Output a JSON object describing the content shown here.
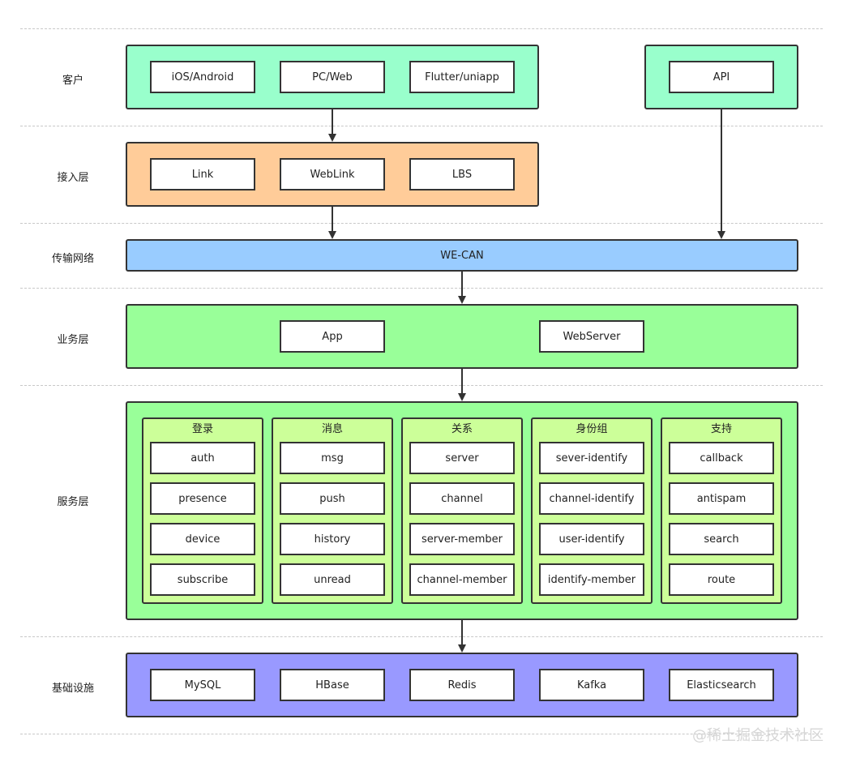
{
  "layers": [
    {
      "key": "client",
      "label": "客户"
    },
    {
      "key": "access",
      "label": "接入层"
    },
    {
      "key": "transport",
      "label": "传输网络"
    },
    {
      "key": "business",
      "label": "业务层"
    },
    {
      "key": "service",
      "label": "服务层"
    },
    {
      "key": "infra",
      "label": "基础设施"
    }
  ],
  "client": {
    "items": [
      "iOS/Android",
      "PC/Web",
      "Flutter/uniapp"
    ],
    "api": "API",
    "color": "#99ffcc"
  },
  "access": {
    "items": [
      "Link",
      "WebLink",
      "LBS"
    ],
    "color": "#ffcc99"
  },
  "transport": {
    "label": "WE-CAN",
    "color": "#99ccff"
  },
  "business": {
    "items": [
      "App",
      "WebServer"
    ],
    "color": "#99ff99"
  },
  "service": {
    "color": "#99ff99",
    "group_color": "#ccff99",
    "groups": [
      {
        "title": "登录",
        "items": [
          "auth",
          "presence",
          "device",
          "subscribe"
        ]
      },
      {
        "title": "消息",
        "items": [
          "msg",
          "push",
          "history",
          "unread"
        ]
      },
      {
        "title": "关系",
        "items": [
          "server",
          "channel",
          "server-member",
          "channel-member"
        ]
      },
      {
        "title": "身份组",
        "items": [
          "sever-identify",
          "channel-identify",
          "user-identify",
          "identify-member"
        ]
      },
      {
        "title": "支持",
        "items": [
          "callback",
          "antispam",
          "search",
          "route"
        ]
      }
    ]
  },
  "infra": {
    "items": [
      "MySQL",
      "HBase",
      "Redis",
      "Kafka",
      "Elasticsearch"
    ],
    "color": "#9999ff"
  },
  "watermark": "@稀土掘金技术社区"
}
